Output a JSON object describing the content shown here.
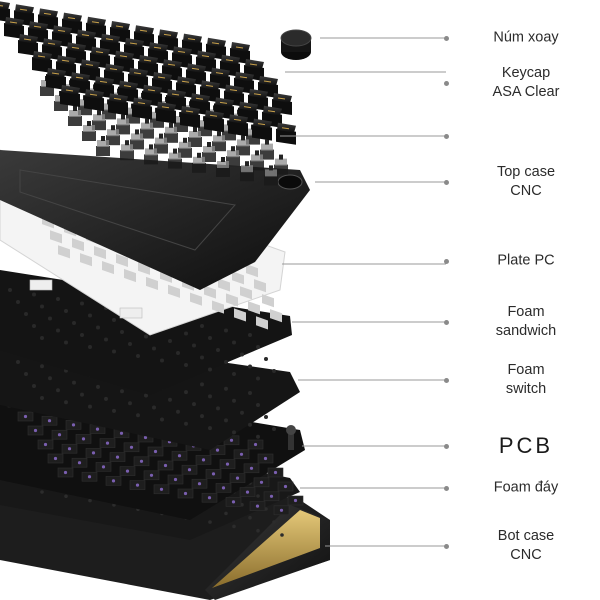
{
  "callouts": [
    {
      "key": "knob",
      "text": "Núm xoay"
    },
    {
      "key": "keycap",
      "text": "Keycap\nASA Clear"
    },
    {
      "key": "switch",
      "text": ""
    },
    {
      "key": "top_case",
      "text": "Top case\nCNC"
    },
    {
      "key": "plate",
      "text": "Plate PC"
    },
    {
      "key": "foam_sandwich",
      "text": "Foam\nsandwich"
    },
    {
      "key": "foam_switch",
      "text": "Foam\nswitch"
    },
    {
      "key": "pcb",
      "text": "PCB"
    },
    {
      "key": "foam_bottom",
      "text": "Foam đáy"
    },
    {
      "key": "bot_case",
      "text": "Bot case\nCNC"
    }
  ],
  "colors": {
    "background": "#ffffff",
    "leader_line": "#9a9a9a",
    "label_text": "#2b2b2b",
    "keycap_body": "#1c1c1c",
    "keycap_legend": "#c9a14a",
    "top_case": "#1a1a1a",
    "plate": "#f2f2f2",
    "foam": "#161616",
    "pcb": "#121212",
    "pcb_led": "#7a5fb0",
    "bot_case": "#2a2a2a",
    "bot_case_accent": "#c8ab5a"
  },
  "icons": {
    "knob": "rotary-knob-icon",
    "keycap": "keycap-icon",
    "switch": "mechanical-switch-icon"
  }
}
